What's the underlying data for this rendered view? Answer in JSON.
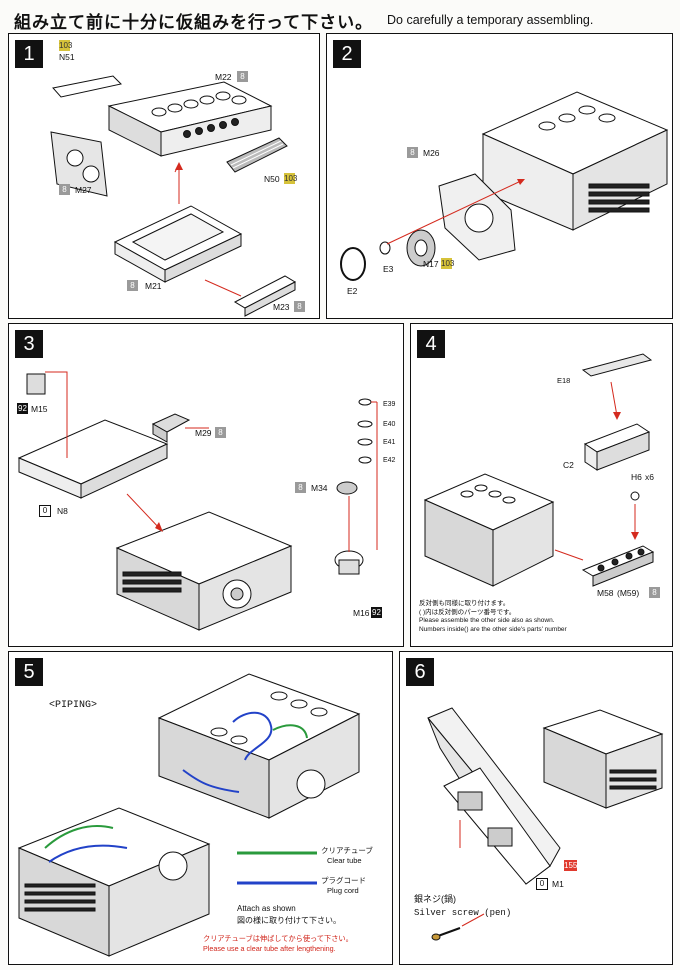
{
  "header": {
    "title_jp": "組み立て前に十分に仮組みを行って下さい。",
    "title_en": "Do carefully a temporary assembling."
  },
  "steps": {
    "s1": {
      "number": "1",
      "parts": {
        "n51": "N51",
        "n51_badge": "103",
        "m22": "M22",
        "m22_badge": "8",
        "m27": "M27",
        "m27_badge": "8",
        "n50": "N50",
        "n50_badge": "103",
        "m21": "M21",
        "m21_badge": "8",
        "m23": "M23",
        "m23_badge": "8"
      }
    },
    "s2": {
      "number": "2",
      "parts": {
        "m26": "M26",
        "m26_badge": "8",
        "e3": "E3",
        "n17": "N17",
        "n17_badge": "103",
        "e2": "E2"
      }
    },
    "s3": {
      "number": "3",
      "parts": {
        "m15": "M15",
        "m15_badge": "92",
        "m29": "M29",
        "m29_badge": "8",
        "n8": "N8",
        "n8_badge": "0",
        "e39": "E39",
        "e40": "E40",
        "e41": "E41",
        "e42": "E42",
        "m34": "M34",
        "m34_badge": "8",
        "m16": "M16",
        "m16_badge": "92"
      }
    },
    "s4": {
      "number": "4",
      "parts": {
        "e18": "E18",
        "c2": "C2",
        "h6": "H6",
        "h6_qty": "x6",
        "m58": "M58",
        "m59": "(M59)",
        "m58_badge": "8"
      },
      "notes": [
        "反対側も同様に取り付けます。",
        "( )内は反対側のパーツ番号です。",
        "Please assemble the other side also as shown.",
        "Numbers inside() are the other side's parts' number"
      ]
    },
    "s5": {
      "number": "5",
      "piping_label": "<PIPING>",
      "legend": {
        "clear_jp": "クリアチューブ",
        "clear_en": "Clear tube",
        "clear_color": "#2a9a3c",
        "plug_jp": "プラグコード",
        "plug_en": "Plug cord",
        "plug_color": "#2242c8"
      },
      "attach_en": "Attach as shown",
      "attach_jp": "図の様に取り付けて下さい。",
      "warn_jp": "クリアチューブは伸ばしてから使って下さい。",
      "warn_en": "Please use a clear tube after lengthening."
    },
    "s6": {
      "number": "6",
      "parts": {
        "m1": "M1",
        "m1_badge": "0",
        "red_badge": "155",
        "silver_jp": "銀ネジ(鍋)",
        "silver_en": "Silver screw (pen)"
      }
    }
  }
}
